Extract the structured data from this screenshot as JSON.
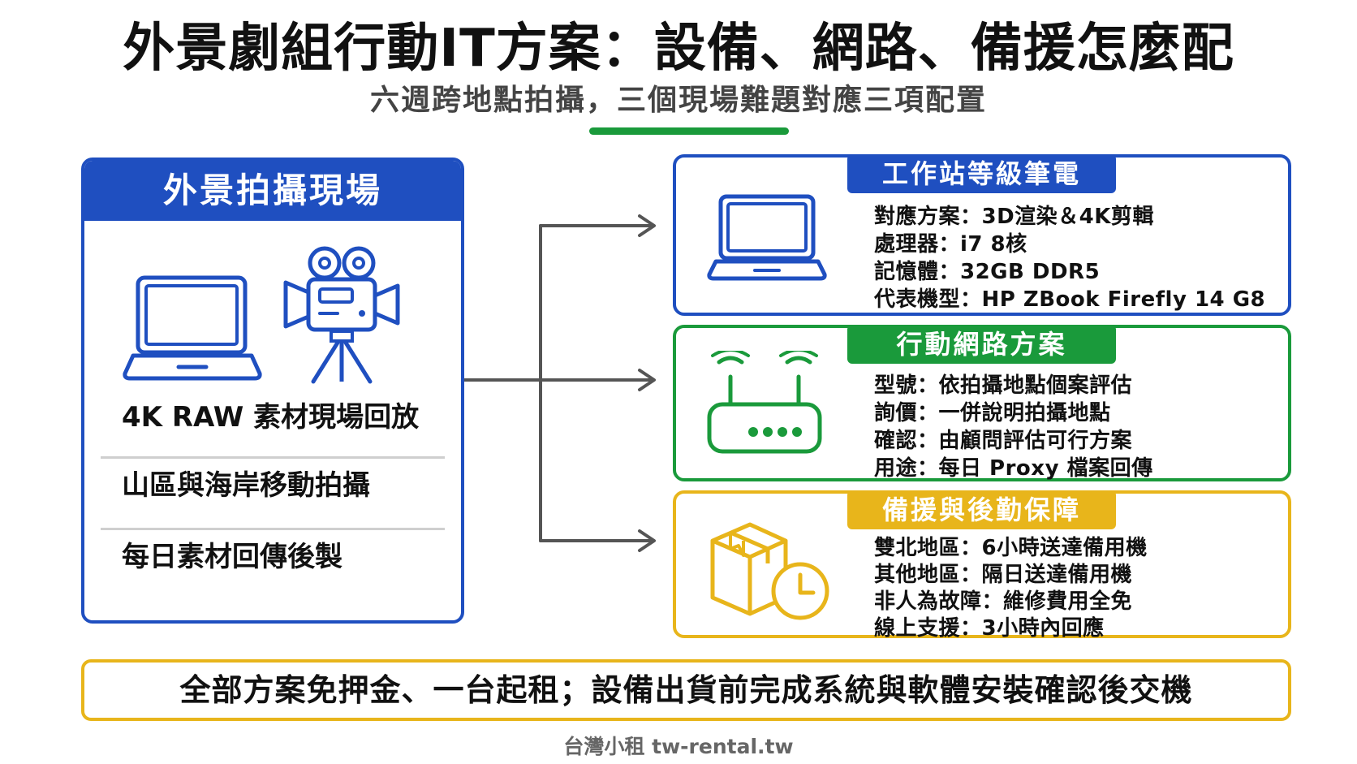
{
  "header": {
    "title": "外景劇組行動IT方案：設備、網路、備援怎麼配",
    "subtitle": "六週跨地點拍攝，三個現場難題對應三項配置"
  },
  "site": {
    "heading": "外景拍攝現場",
    "items": [
      "4K RAW 素材現場回放",
      "山區與海岸移動拍攝",
      "每日素材回傳後製"
    ]
  },
  "cards": [
    {
      "tab": "工作站等級筆電",
      "lines": [
        "對應方案：3D渲染＆4K剪輯",
        "處理器：i7 8核",
        "記憶體：32GB DDR5",
        "代表機型：HP ZBook Firefly 14 G8"
      ]
    },
    {
      "tab": "行動網路方案",
      "lines": [
        "型號：依拍攝地點個案評估",
        "詢價：一併說明拍攝地點",
        "確認：由顧問評估可行方案",
        "用途：每日 Proxy 檔案回傳"
      ]
    },
    {
      "tab": "備援與後勤保障",
      "lines": [
        "雙北地區：6小時送達備用機",
        "其他地區：隔日送達備用機",
        "非人為故障：維修費用全免",
        "線上支援：3小時內回應"
      ]
    }
  ],
  "footer": {
    "note": "全部方案免押金、一台起租；設備出貨前完成系統與軟體安裝確認後交機",
    "brand": "台灣小租 tw-rental.tw"
  },
  "colors": {
    "blue": "#1f4fc0",
    "green": "#1a9a3b",
    "yellow": "#e8b51b"
  }
}
